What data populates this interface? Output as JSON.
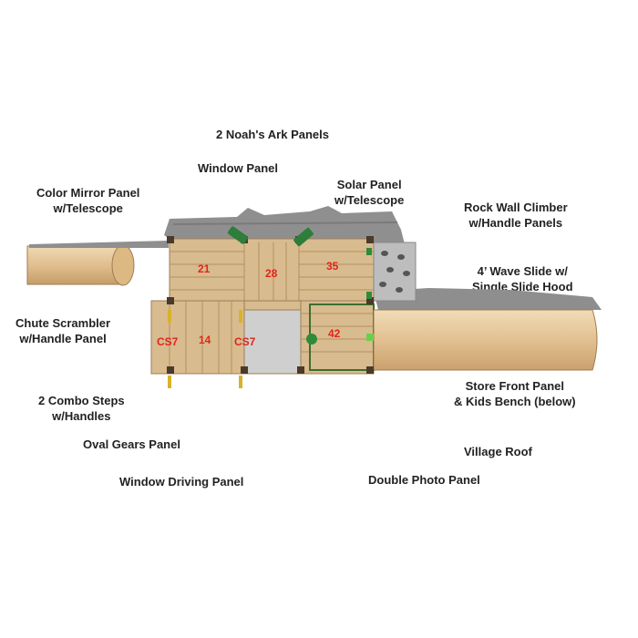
{
  "labels": {
    "noahs_ark": "2 Noah's Ark Panels",
    "window_panel": "Window Panel",
    "color_mirror_line1": "Color Mirror Panel",
    "color_mirror_line2": "w/Telescope",
    "solar_line1": "Solar Panel",
    "solar_line2": "w/Telescope",
    "rock_wall_line1": "Rock Wall Climber",
    "rock_wall_line2": "w/Handle Panels",
    "wave_slide_line1": "4’ Wave Slide w/",
    "wave_slide_line2": "Single Slide Hood",
    "chute_line1": "Chute Scrambler",
    "chute_line2": "w/Handle Panel",
    "combo_steps_line1": "2 Combo Steps",
    "combo_steps_line2": "w/Handles",
    "store_front_line1": "Store Front Panel",
    "store_front_line2": "& Kids Bench (below)",
    "oval_gears": "Oval Gears Panel",
    "village_roof": "Village Roof",
    "window_driving": "Window Driving Panel",
    "double_photo": "Double Photo Panel"
  },
  "deck_numbers": {
    "deck_21": "21",
    "deck_28": "28",
    "deck_35": "35",
    "deck_14": "14",
    "deck_42": "42",
    "step_left": "CS7",
    "step_right": "CS7"
  },
  "colors": {
    "wood": "#d6b98d",
    "wood_dark": "#b8956a",
    "roof_gray": "#8c8c8c",
    "slide_tan": "#e6c79a",
    "post_dark": "#4a3a2a",
    "green_accent": "#2e8b3a",
    "number_red": "#e0261b"
  }
}
